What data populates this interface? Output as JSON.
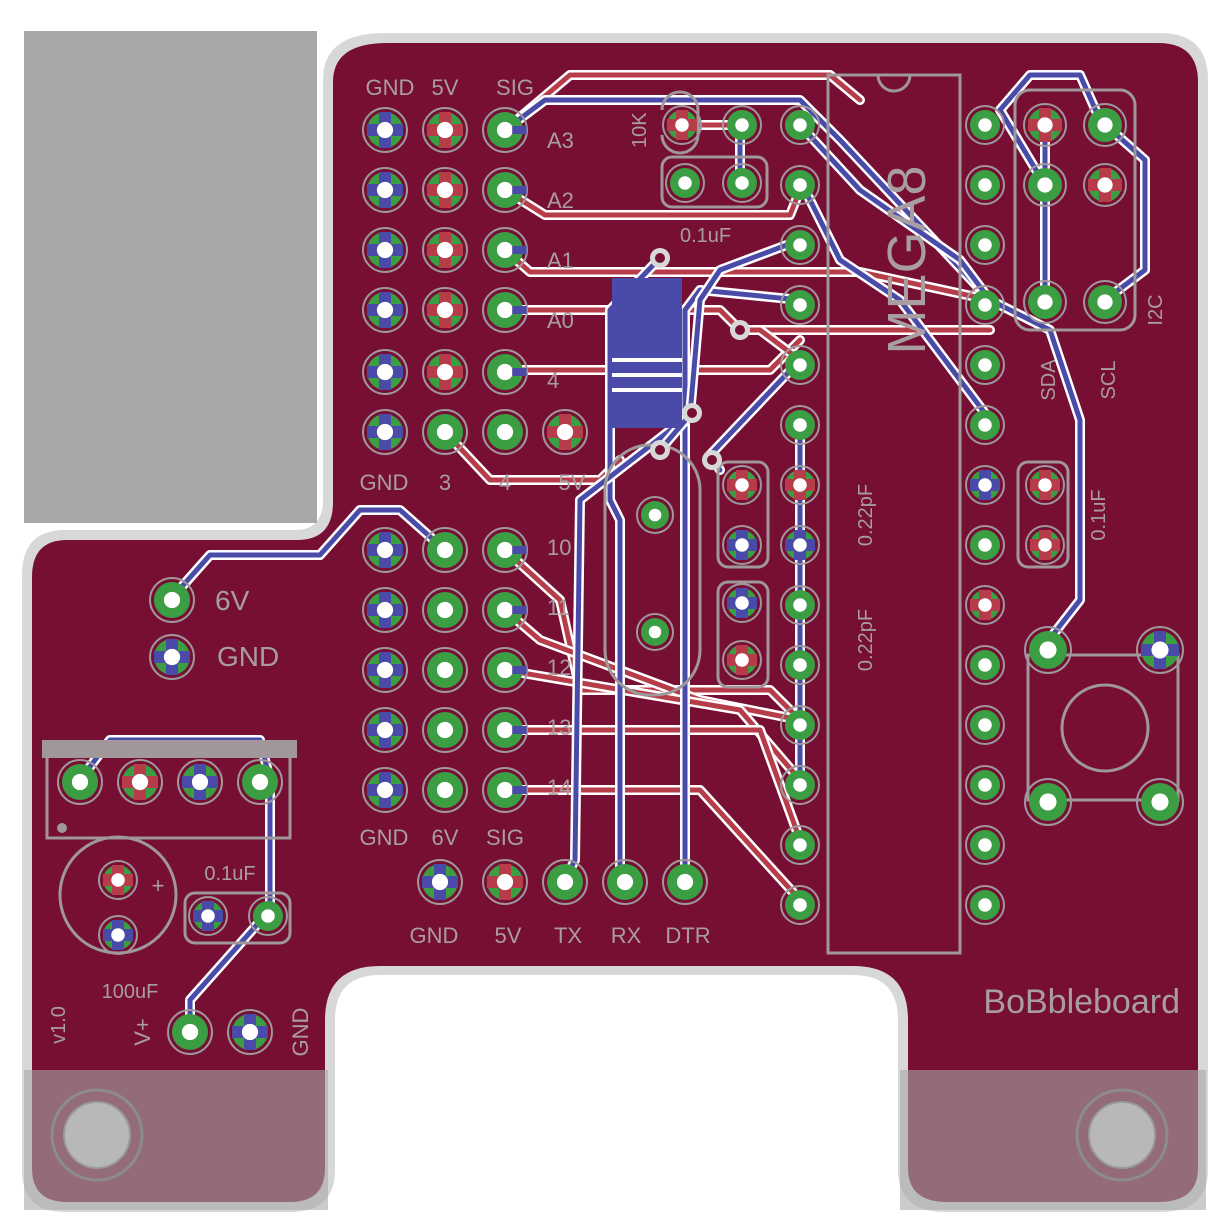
{
  "board": {
    "name": "BoBbleboard",
    "version": "v1.0",
    "colors": {
      "board": "#760f33",
      "outline": "#d8d8d8",
      "silk": "#a89ea2",
      "pad": "#3b9e43",
      "top_copper": "#b53c48",
      "bottom_copper": "#4a4aa8",
      "keepout": "#a8a8a8"
    }
  },
  "analog_header": {
    "top_labels": [
      "GND",
      "5V",
      "SIG"
    ],
    "row_labels": [
      "A3",
      "A2",
      "A1",
      "A0",
      "4"
    ],
    "bottom_labels": [
      "GND",
      "3",
      "4",
      "5V"
    ]
  },
  "digital_header": {
    "row_labels": [
      "10",
      "11",
      "12",
      "13",
      "14"
    ],
    "bottom_labels": [
      "GND",
      "6V",
      "SIG"
    ]
  },
  "power_in": {
    "label_6v": "6V",
    "label_gnd": "GND"
  },
  "serial_header": {
    "labels": [
      "GND",
      "5V",
      "TX",
      "RX",
      "DTR"
    ]
  },
  "battery": {
    "label_vplus": "V+",
    "label_gnd": "GND"
  },
  "components": {
    "resistor": "10K",
    "cap_top": "0.1uF",
    "chip": "MEGA8",
    "crystal_cap_1": "0.22pF",
    "crystal_cap_2": "0.22pF",
    "cap_right": "0.1uF",
    "cap_bottom": "0.1uF",
    "electrolytic": "100uF",
    "electrolytic_polarity": "+"
  },
  "i2c": {
    "title": "I2C",
    "sda": "SDA",
    "scl": "SCL"
  }
}
